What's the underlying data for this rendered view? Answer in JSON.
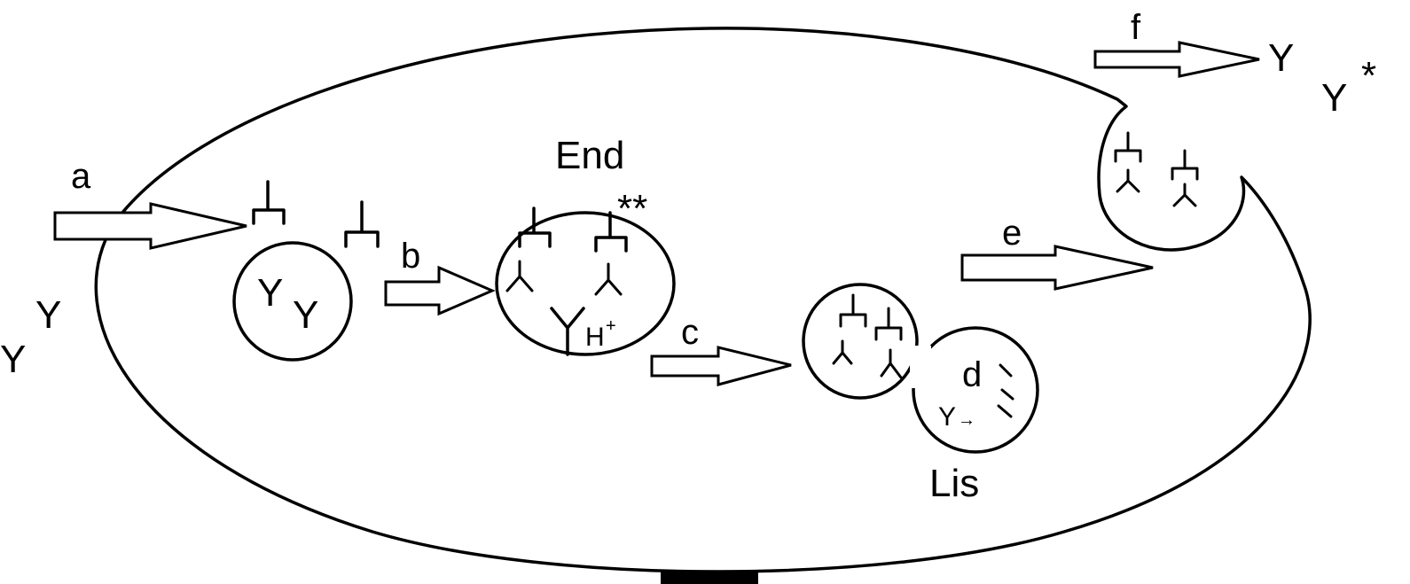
{
  "labels": {
    "a": "a",
    "b": "b",
    "c": "c",
    "d": "d",
    "e": "e",
    "f": "f",
    "end": "End",
    "lis": "Lis",
    "double_star": "**",
    "star": "*",
    "h": "H",
    "plus": "+",
    "y": "Y",
    "arrow_small": "→"
  },
  "colors": {
    "line": "#000000",
    "background": "#ffffff",
    "arrow_fill": "#ffffff"
  }
}
